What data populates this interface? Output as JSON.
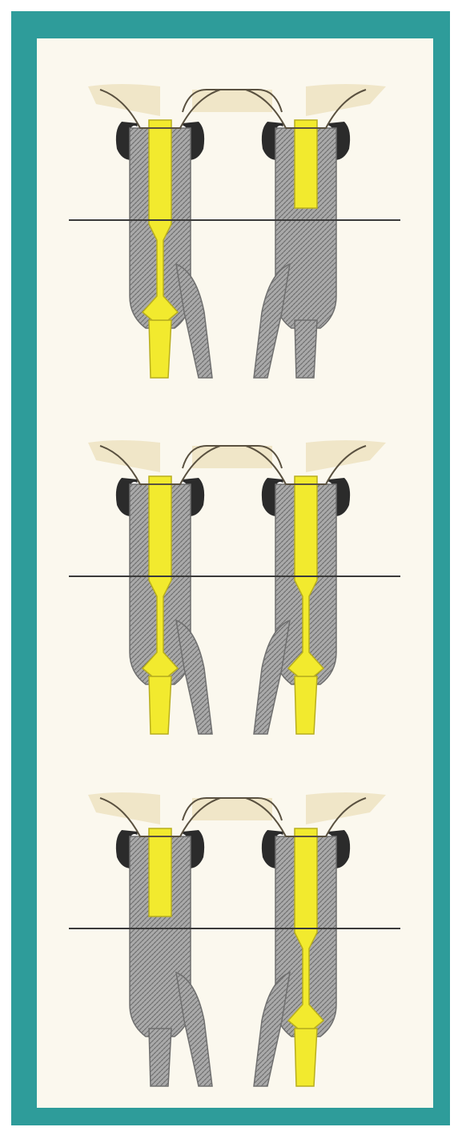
{
  "colors": {
    "frame": "#2e9c9a",
    "background": "#fbf8ee",
    "cream": "#f0e6c8",
    "yellow": "#f2ea2e",
    "rope": "#a9a9a9",
    "rope_dark": "#6f6f6f",
    "dark": "#2b2b2b",
    "line": "#3a3a3a"
  },
  "panels": [
    {
      "id": "top",
      "left_cord": "yellow",
      "right_cord": "gray"
    },
    {
      "id": "middle",
      "left_cord": "yellow",
      "right_cord": "yellow"
    },
    {
      "id": "bottom",
      "left_cord": "gray",
      "right_cord": "yellow"
    }
  ]
}
